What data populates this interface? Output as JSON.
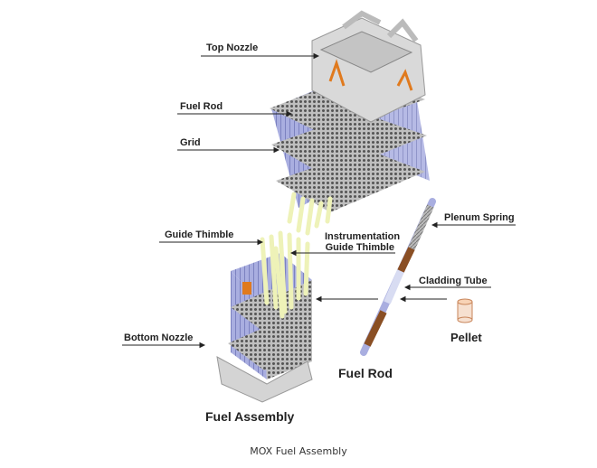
{
  "labels": {
    "top_nozzle": "Top Nozzle",
    "fuel_rod": "Fuel Rod",
    "grid": "Grid",
    "guide_thimble": "Guide Thimble",
    "instrumentation_line1": "Instrumentation",
    "instrumentation_line2": "Guide Thimble",
    "bottom_nozzle": "Bottom Nozzle",
    "plenum_spring": "Plenum Spring",
    "cladding_tube": "Cladding Tube",
    "pellet": "Pellet",
    "fuel_rod_title": "Fuel Rod",
    "fuel_assembly_title": "Fuel Assembly"
  },
  "caption": "MOX Fuel Assembly",
  "colors": {
    "rod_blue": "#a9aee0",
    "thimble_yellow": "#eef2b8",
    "nozzle_gray": "#d9d9d9",
    "accent_orange": "#e07a1e",
    "rod_brown": "#8a4f24"
  }
}
